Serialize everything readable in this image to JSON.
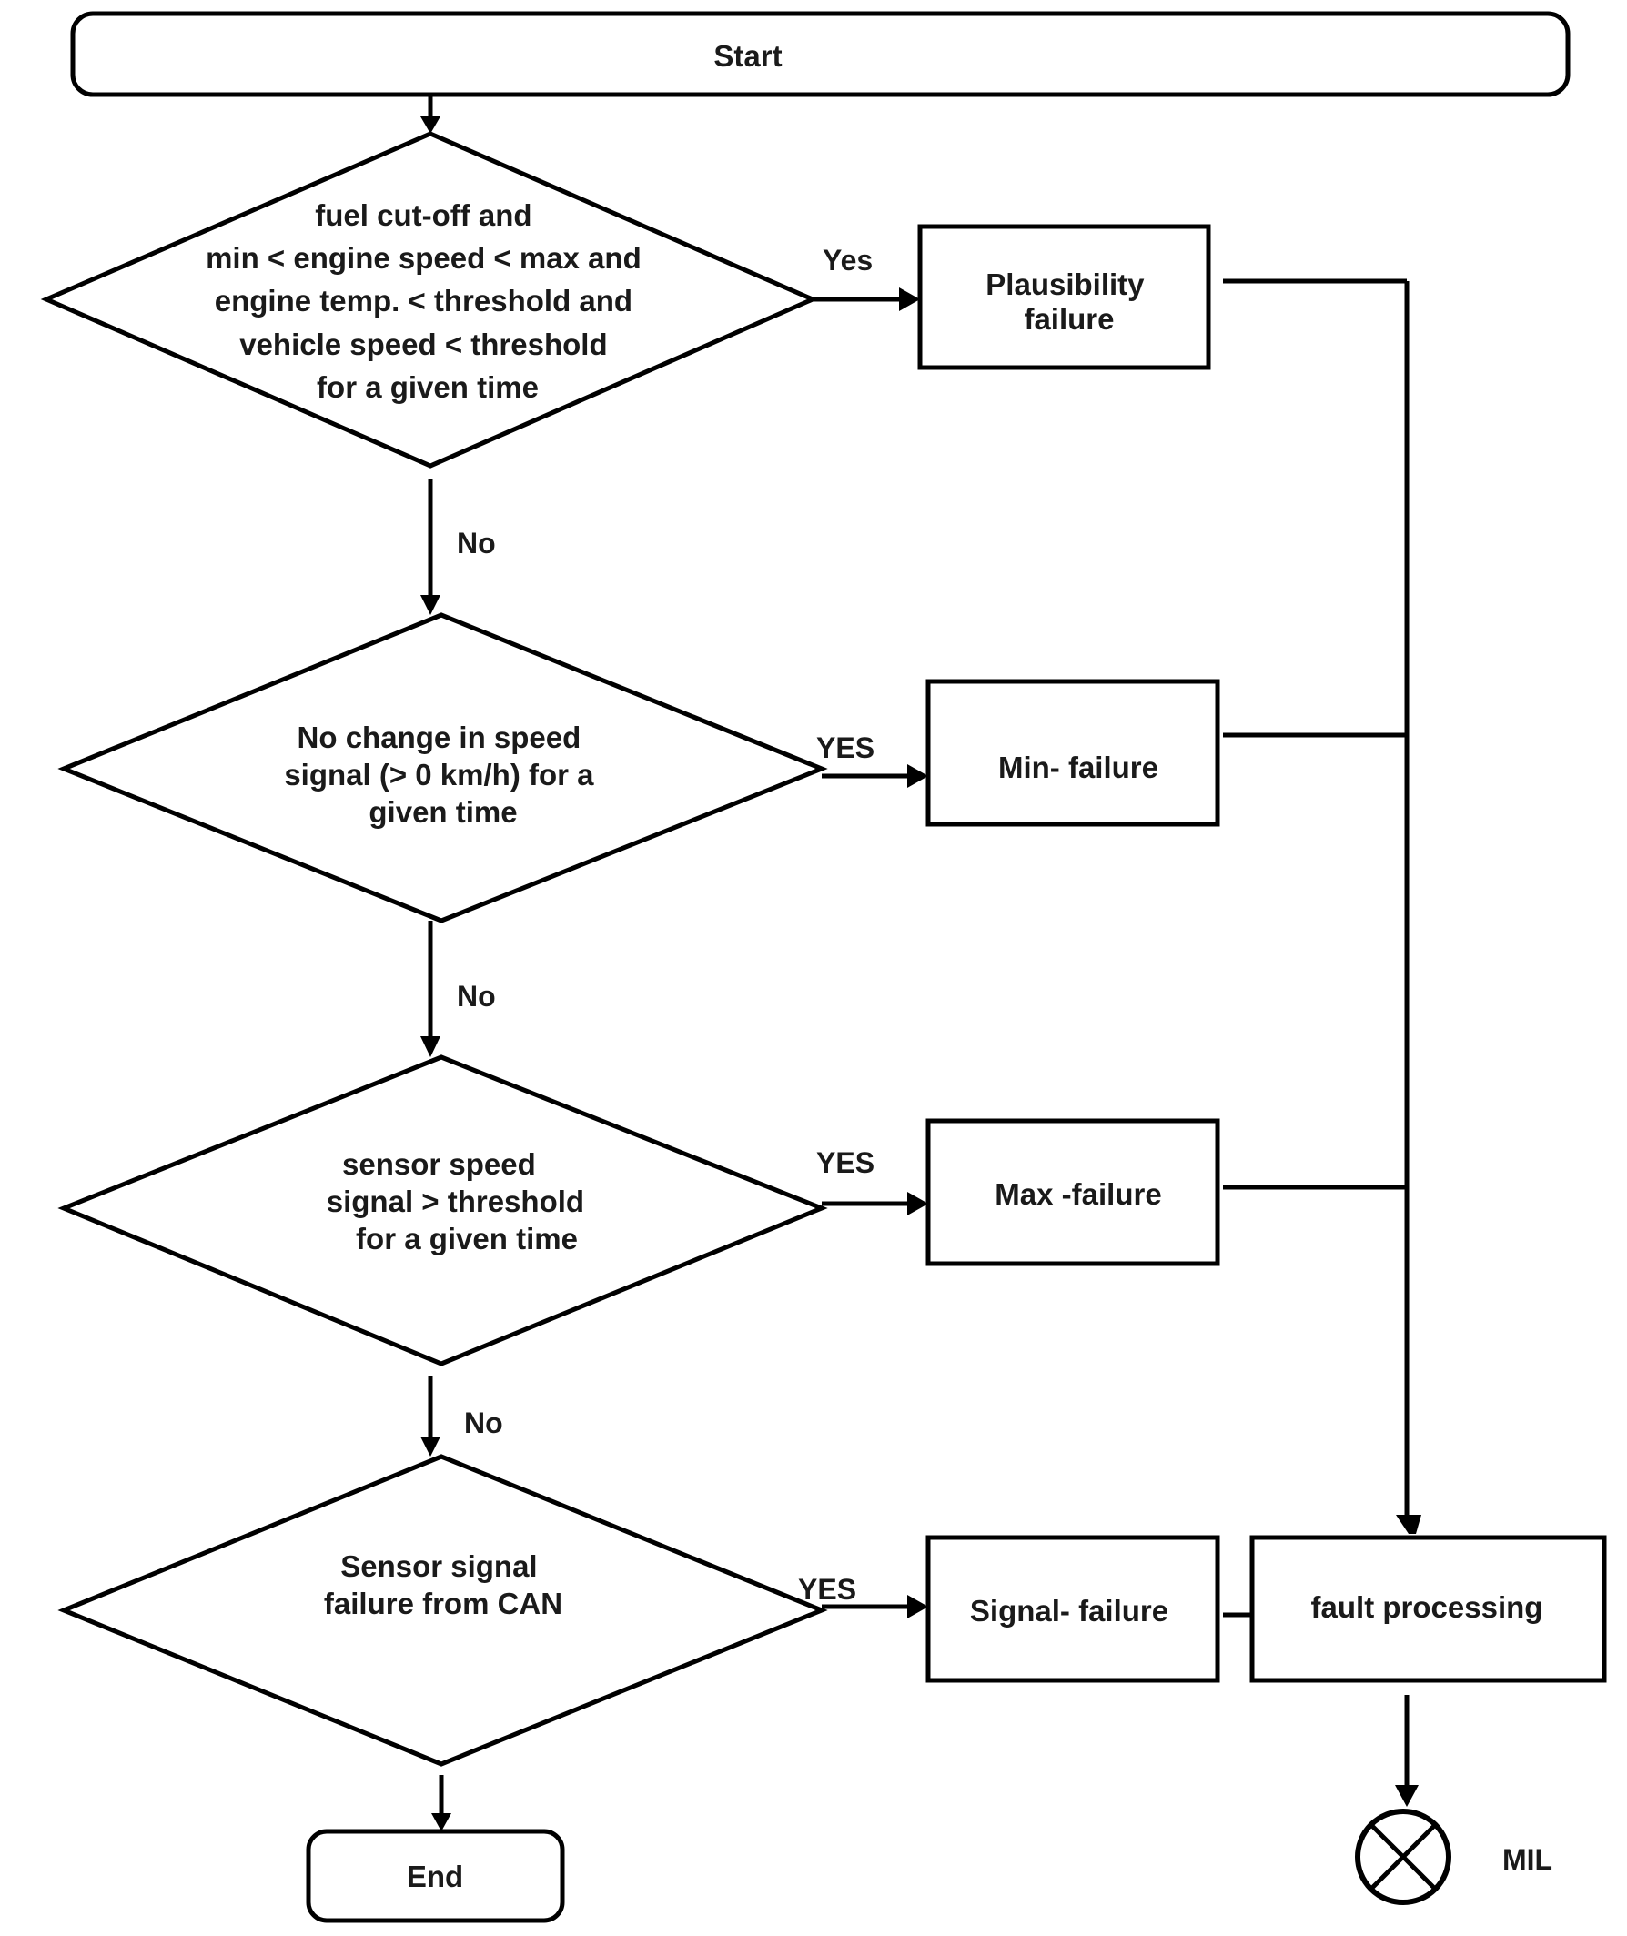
{
  "start": {
    "label": "Start"
  },
  "end": {
    "label": "End"
  },
  "decisions": [
    {
      "lines": [
        "fuel cut-off and",
        "min < engine speed < max and",
        "engine temp. < threshold and",
        "vehicle speed < threshold",
        "for a given time"
      ],
      "yes_label": "Yes",
      "no_label": "No"
    },
    {
      "lines": [
        "No change in speed",
        "signal (> 0 km/h) for a",
        "given time"
      ],
      "yes_label": "YES",
      "no_label": "No"
    },
    {
      "lines": [
        "sensor speed",
        "signal  > threshold",
        "for a given time"
      ],
      "yes_label": "YES",
      "no_label": "No"
    },
    {
      "lines": [
        "Sensor signal",
        "failure from CAN"
      ],
      "yes_label": "YES"
    }
  ],
  "failures": [
    {
      "lines": [
        "Plausibility",
        "failure"
      ]
    },
    {
      "lines": [
        "Min- failure"
      ]
    },
    {
      "lines": [
        "Max -failure"
      ]
    },
    {
      "lines": [
        "Signal- failure"
      ]
    }
  ],
  "fault_processing": {
    "label": "fault processing"
  },
  "mil": {
    "label": "MIL",
    "icon": "lamp-icon"
  }
}
